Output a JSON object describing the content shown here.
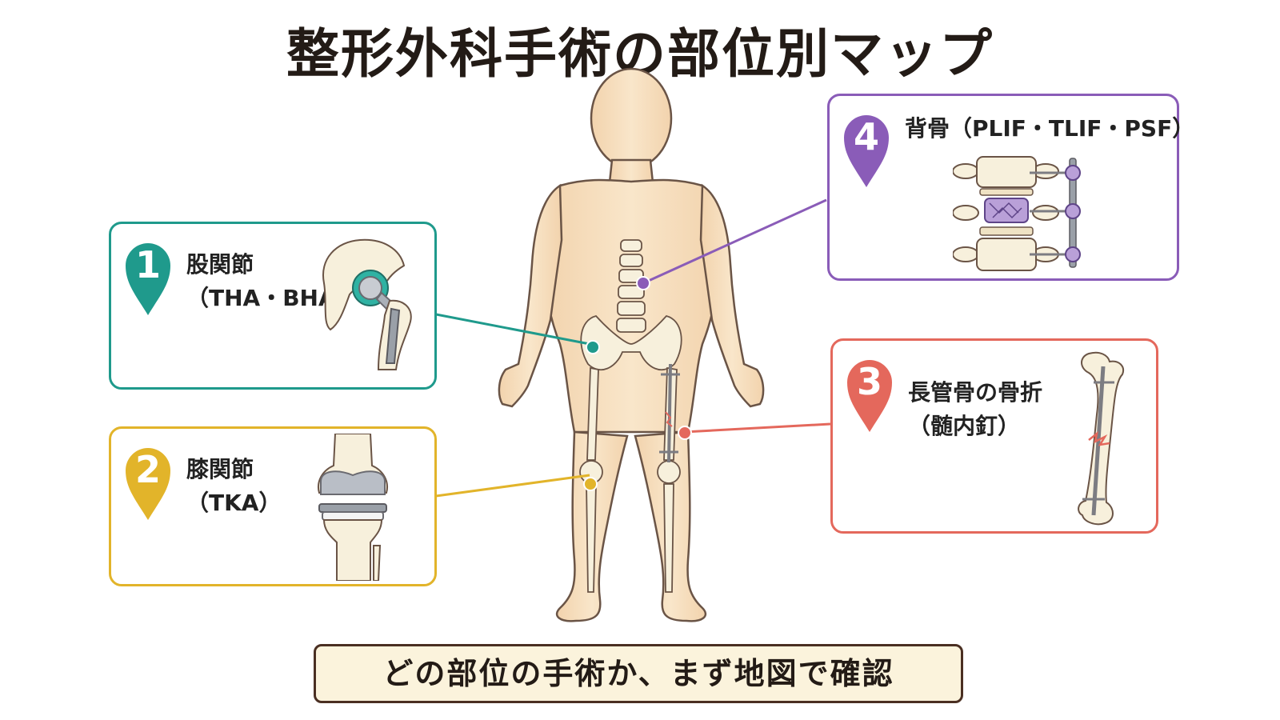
{
  "title": "整形外科手術の部位別マップ",
  "footer": "どの部位の手術か、まず地図で確認",
  "colors": {
    "hip": "#1f9a8c",
    "knee": "#e2b42a",
    "fracture": "#e4685c",
    "spine": "#8a5cb8",
    "skin": "#f6e0c0",
    "bone": "#f7f0dc",
    "outline": "#5a4a3e"
  },
  "cards": {
    "hip": {
      "number": "1",
      "line1": "股関節",
      "line2": "（THA・BHA）",
      "icon": "hip-implant-icon"
    },
    "knee": {
      "number": "2",
      "line1": "膝関節",
      "line2": "（TKA）",
      "icon": "knee-implant-icon"
    },
    "fracture": {
      "number": "3",
      "line1": "長管骨の骨折",
      "line2": "（髄内釘）",
      "icon": "intramedullary-nail-icon"
    },
    "spine": {
      "number": "4",
      "line1": "背骨（PLIF・TLIF・PSF）",
      "icon": "spinal-fusion-icon"
    }
  }
}
